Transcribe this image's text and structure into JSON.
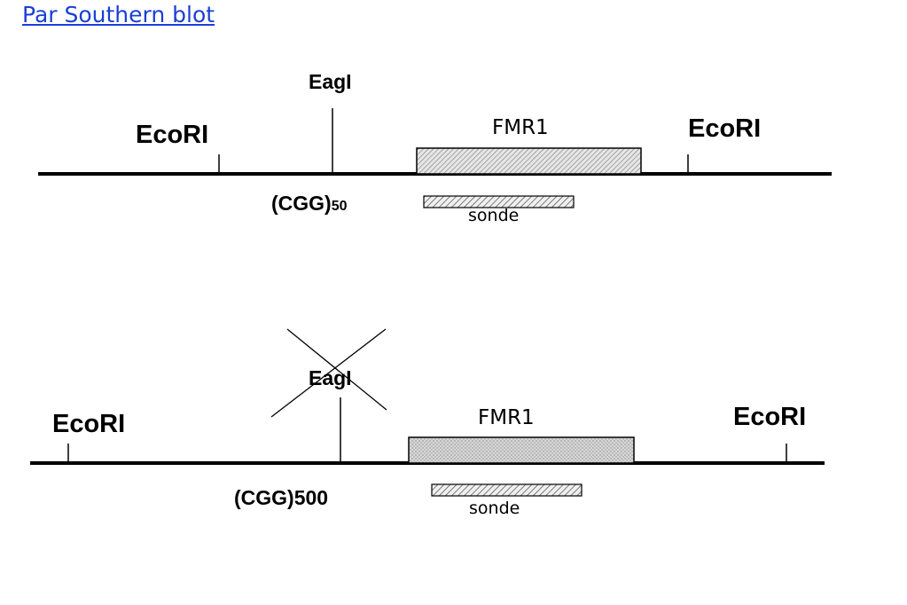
{
  "header": {
    "title": "Par Southern blot"
  },
  "normal_allele": {
    "left_site": "EcoRI",
    "right_site": "EcoRI",
    "middle_site": "EagI",
    "gene": "FMR1",
    "repeat_base": "(CGG)",
    "repeat_count": "50",
    "probe": "sonde"
  },
  "mutant_allele": {
    "left_site": "EcoRI",
    "right_site": "EcoRI",
    "middle_site": "EagI",
    "gene": "FMR1",
    "repeat": "(CGG)500",
    "probe": "sonde",
    "middle_site_blocked": true
  },
  "colors": {
    "title_link": "#1a3fd6",
    "line": "#000000",
    "hatch_fill": "#b8b8b8"
  }
}
